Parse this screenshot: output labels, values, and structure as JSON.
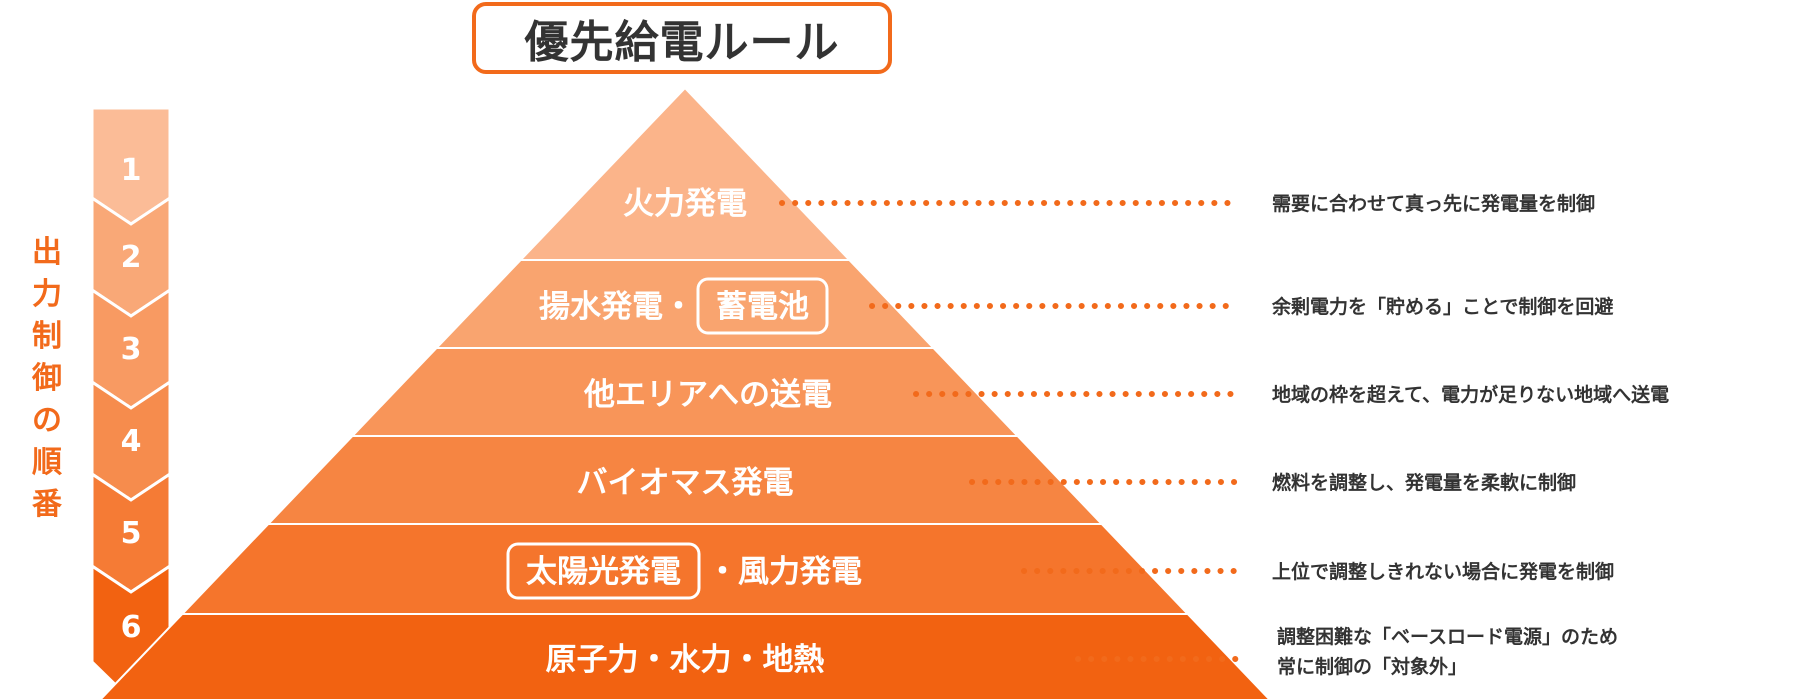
{
  "title": "優先給電ルール",
  "vertical_label": "出力制御の順番",
  "levels": [
    {
      "order": "1",
      "label": "火力発電",
      "boxed": "",
      "suffix": "",
      "description": [
        "需要に合わせて真っ先に発電量を制御"
      ],
      "color": "#fbb48a"
    },
    {
      "order": "2",
      "label": "揚水発電・",
      "boxed": "蓄電池",
      "suffix": "",
      "description": [
        "余剰電力を「貯める」ことで制御を回避"
      ],
      "color": "#f9a46f"
    },
    {
      "order": "3",
      "label": "他エリアへの送電",
      "boxed": "",
      "suffix": "",
      "description": [
        "地域の枠を超えて、電力が足りない地域へ送電"
      ],
      "color": "#f89559"
    },
    {
      "order": "4",
      "label": "バイオマス発電",
      "boxed": "",
      "suffix": "",
      "description": [
        "燃料を調整し、発電量を柔軟に制御"
      ],
      "color": "#f68542"
    },
    {
      "order": "5",
      "label": "",
      "boxed": "太陽光発電",
      "suffix": "・風力発電",
      "description": [
        "上位で調整しきれない場合に発電を制御"
      ],
      "color": "#f5752c"
    },
    {
      "order": "6",
      "label": "原子力・水力・地熱",
      "boxed": "",
      "suffix": "",
      "description": [
        "調整困難な「ベースロード電源」のため",
        "常に制御の「対象外」"
      ],
      "color": "#f26211"
    }
  ],
  "colors": {
    "accent": "#f26a1b",
    "arrow": [
      "#fbbc97",
      "#f9a877",
      "#f89a62",
      "#f68c4d",
      "#f57b35",
      "#f26211"
    ],
    "dots": "#f26a1b",
    "text": "#333333"
  }
}
